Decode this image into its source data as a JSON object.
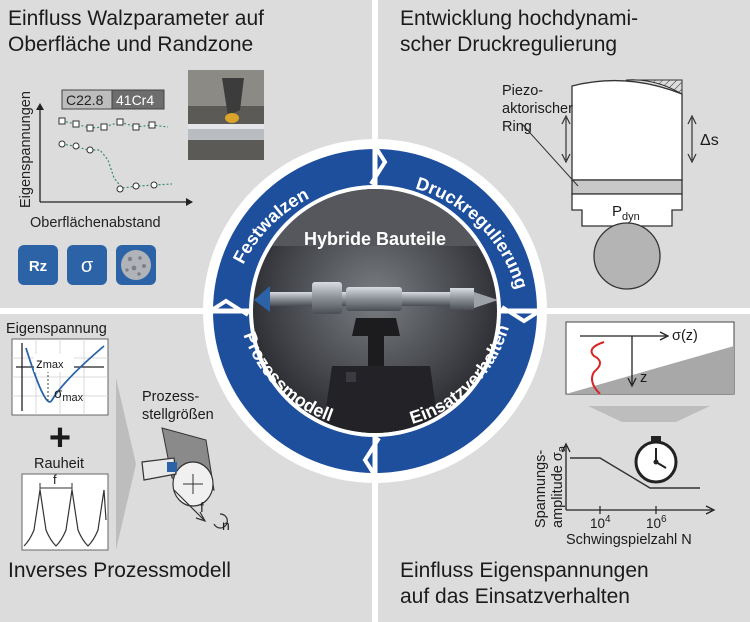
{
  "quadrants": {
    "top_left": {
      "title": "Einfluss Walzparameter auf\nOberfläche und Randzone",
      "y_label": "Eigenspannungen",
      "x_label": "Oberflächenabstand",
      "legend": [
        "C22.8",
        "41Cr4"
      ],
      "icons": [
        {
          "label": "Rz",
          "icon": "roughness-icon"
        },
        {
          "label": "σ",
          "icon": "stress-icon"
        },
        {
          "label": "",
          "icon": "microstructure-icon"
        }
      ]
    },
    "top_right": {
      "title": "Entwicklung hochdynami-\nscher Druckregulierung",
      "label_ring": [
        "Piezo-",
        "aktorischer",
        "Ring"
      ],
      "label_ds": "Δs",
      "label_p": "P",
      "label_p_sub": "dyn"
    },
    "bottom_left": {
      "title": "Inverses Prozessmodell",
      "label_stress": "Eigenspannung",
      "label_zmax": "z",
      "label_zmax_sub": "max",
      "label_sigmamax": "σ",
      "label_sigmamax_sub": "max",
      "plus": "+",
      "label_rough": "Rauheit",
      "label_f": "f",
      "label_params": [
        "Prozess-",
        "stellgrößen"
      ],
      "label_f2": "f",
      "label_n": "n"
    },
    "bottom_right": {
      "title": "Einfluss Eigenspannungen\nauf das Einsatzverhalten",
      "label_sigma_z": "σ(z)",
      "label_z": "z",
      "y_label": [
        "Spannungs-",
        "amplitude σ"
      ],
      "y_label_sub": "a",
      "tick1": "10",
      "tick1_sup": "4",
      "tick2": "10",
      "tick2_sup": "6",
      "x_label": "Schwingspielzahl N"
    }
  },
  "center": {
    "title": "Hybride Bauteile",
    "ring_labels": [
      "Festwalzen",
      "Druckregulierung",
      "Einsatzverhalten",
      "Prozessmodell"
    ]
  },
  "colors": {
    "ring": "#1d4f9c",
    "panel": "#dcdcdc",
    "accent_blue": "#2b63a6"
  }
}
